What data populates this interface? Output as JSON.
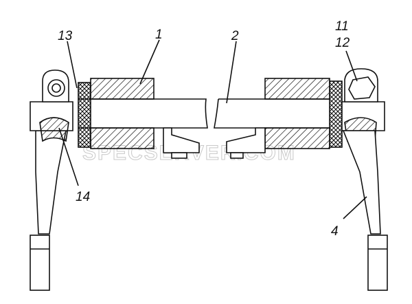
{
  "labels": {
    "l1": "1",
    "l2": "2",
    "l4": "4",
    "l11": "11",
    "l12": "12",
    "l13": "13",
    "l14": "14"
  },
  "watermark": "SPECSERVER.COM",
  "colors": {
    "line": "#111111",
    "watermark": "#c8c8c8"
  }
}
